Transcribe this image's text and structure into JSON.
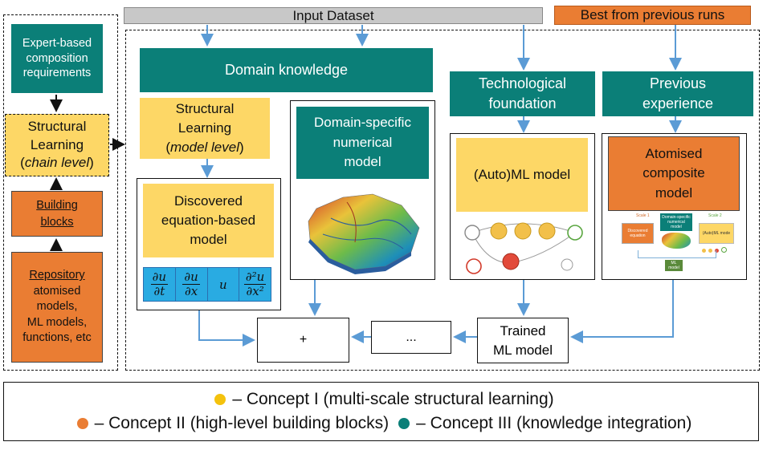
{
  "header": {
    "input_dataset": "Input Dataset",
    "best_runs": "Best from previous runs"
  },
  "left_column": {
    "expert": "Expert-based\ncomposition\nrequirements",
    "structural_line1": "Structural",
    "structural_line2": "Learning",
    "structural_line3": "chain level",
    "building_blocks": "Building\nblocks",
    "repo_title": "Repository",
    "repo_body": "atomised\nmodels,\nML models,\nfunctions, etc"
  },
  "main": {
    "domain_knowledge": "Domain knowledge",
    "structural_model_line1": "Structural",
    "structural_model_line2": "Learning",
    "structural_model_line3": "model level",
    "discovered_model": "Discovered\nequation-based\nmodel",
    "equation_terms": [
      "∂u/∂t",
      "∂u/∂x",
      "u",
      "∂²u/∂x²"
    ],
    "domain_specific_model": "Domain-specific\nnumerical\nmodel",
    "tech_foundation": "Technological\nfoundation",
    "automl_model": "(Auto)ML model",
    "previous_experience": "Previous\nexperience",
    "atomised_model": "Atomised\ncomposite\nmodel",
    "plus_box": "+",
    "ellipsis_box": "...",
    "trained_model": "Trained\nML model"
  },
  "thumb_composite": {
    "scale1": "Scale 1",
    "scale2": "Scale 2",
    "discovered": "Discovered\nequation",
    "domain_specific": "Domain-specific\nnumerical\nmodel",
    "automl": "(Auto)ML mode",
    "ml_model": "ML\nmodel"
  },
  "legend": {
    "concept1": "– Concept I (multi-scale structural learning)",
    "concept2": "– Concept II (high-level building blocks)",
    "concept3": "– Concept III (knowledge integration)"
  },
  "colors": {
    "teal": "#0b7f78",
    "yellow": "#fdd766",
    "orange": "#ea7d33",
    "dot_yellow": "#f4c20d",
    "dot_orange": "#ea7d33",
    "dot_teal": "#0b7f78",
    "arrow_blue": "#5b9bd5",
    "equation_bg": "#29abe2"
  }
}
